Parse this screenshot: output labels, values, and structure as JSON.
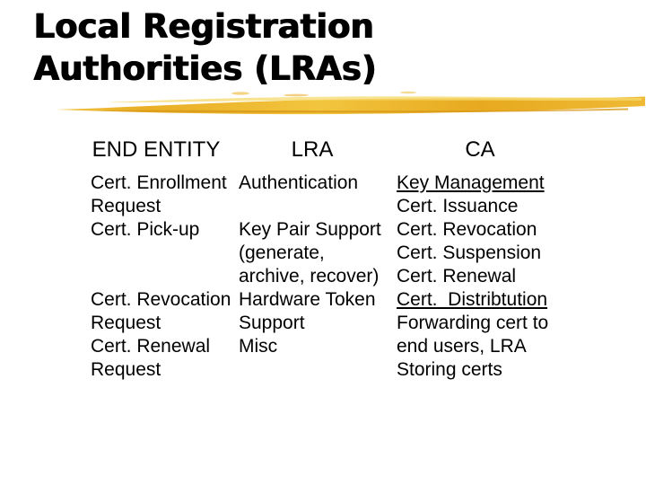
{
  "title": {
    "line1": "Local Registration",
    "line2": "Authorities (LRAs)"
  },
  "accent": {
    "brush_main": "#EAB02A",
    "brush_light": "#F6D96E",
    "brush_dark": "#D79718",
    "brush_mid": "#F2C53E"
  },
  "columns": [
    {
      "header": "END ENTITY",
      "lines": [
        {
          "text": "Cert. Enrollment"
        },
        {
          "text": "Request"
        },
        {
          "text": "Cert. Pick-up"
        },
        {
          "text": ""
        },
        {
          "text": ""
        },
        {
          "text": "Cert. Revocation"
        },
        {
          "text": "Request"
        },
        {
          "text": "Cert. Renewal"
        },
        {
          "text": "Request"
        }
      ]
    },
    {
      "header": "LRA",
      "lines": [
        {
          "text": "Authentication"
        },
        {
          "text": ""
        },
        {
          "text": "Key Pair Support"
        },
        {
          "text": "(generate,"
        },
        {
          "text": "archive, recover)"
        },
        {
          "text": "Hardware Token"
        },
        {
          "text": "Support"
        },
        {
          "text": "Misc"
        }
      ]
    },
    {
      "header": "CA",
      "lines": [
        {
          "text": "Key Management",
          "underline": true
        },
        {
          "text": "Cert. Issuance"
        },
        {
          "text": "Cert. Revocation"
        },
        {
          "text": "Cert. Suspension"
        },
        {
          "text": "Cert. Renewal"
        },
        {
          "text": "Cert.  Distribtution",
          "underline": true
        },
        {
          "text": "Forwarding cert to"
        },
        {
          "text": "end users, LRA"
        },
        {
          "text": "Storing certs"
        }
      ]
    }
  ]
}
